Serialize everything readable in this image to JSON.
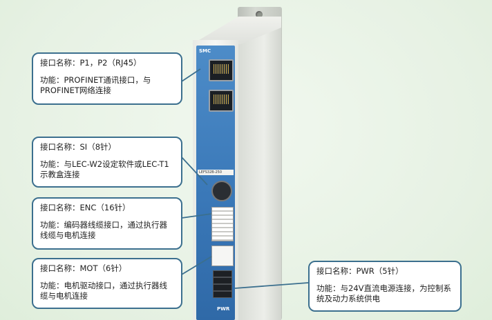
{
  "callouts": {
    "p1p2": {
      "name": "接口名称：P1，P2（RJ45）",
      "func": "功能：PROFINET通讯接口，与PROFINET网络连接"
    },
    "si": {
      "name": "接口名称：SI（8针）",
      "func": "功能：与LEC-W2设定软件或LEC-T1示教盒连接"
    },
    "enc": {
      "name": "接口名称：ENC（16针）",
      "func": "功能：编码器线缆接口，通过执行器线缆与电机连接"
    },
    "mot": {
      "name": "接口名称：MOT（6针）",
      "func": "功能：电机驱动接口，通过执行器线缆与电机连接"
    },
    "pwr": {
      "name": "接口名称：PWR（5针）",
      "func": "功能：与24V直流电源连接，为控制系统及动力系统供电"
    }
  },
  "device": {
    "brand": "SMC",
    "model_label": "LEFS32B-250",
    "port_si": "SI",
    "port_enc": "ENC",
    "port_mot": "MOT",
    "port_pwr": "PWR"
  },
  "colors": {
    "panel": "#3a78b8",
    "callout_border": "#3b6f8e",
    "background": "#e9f3e7"
  }
}
